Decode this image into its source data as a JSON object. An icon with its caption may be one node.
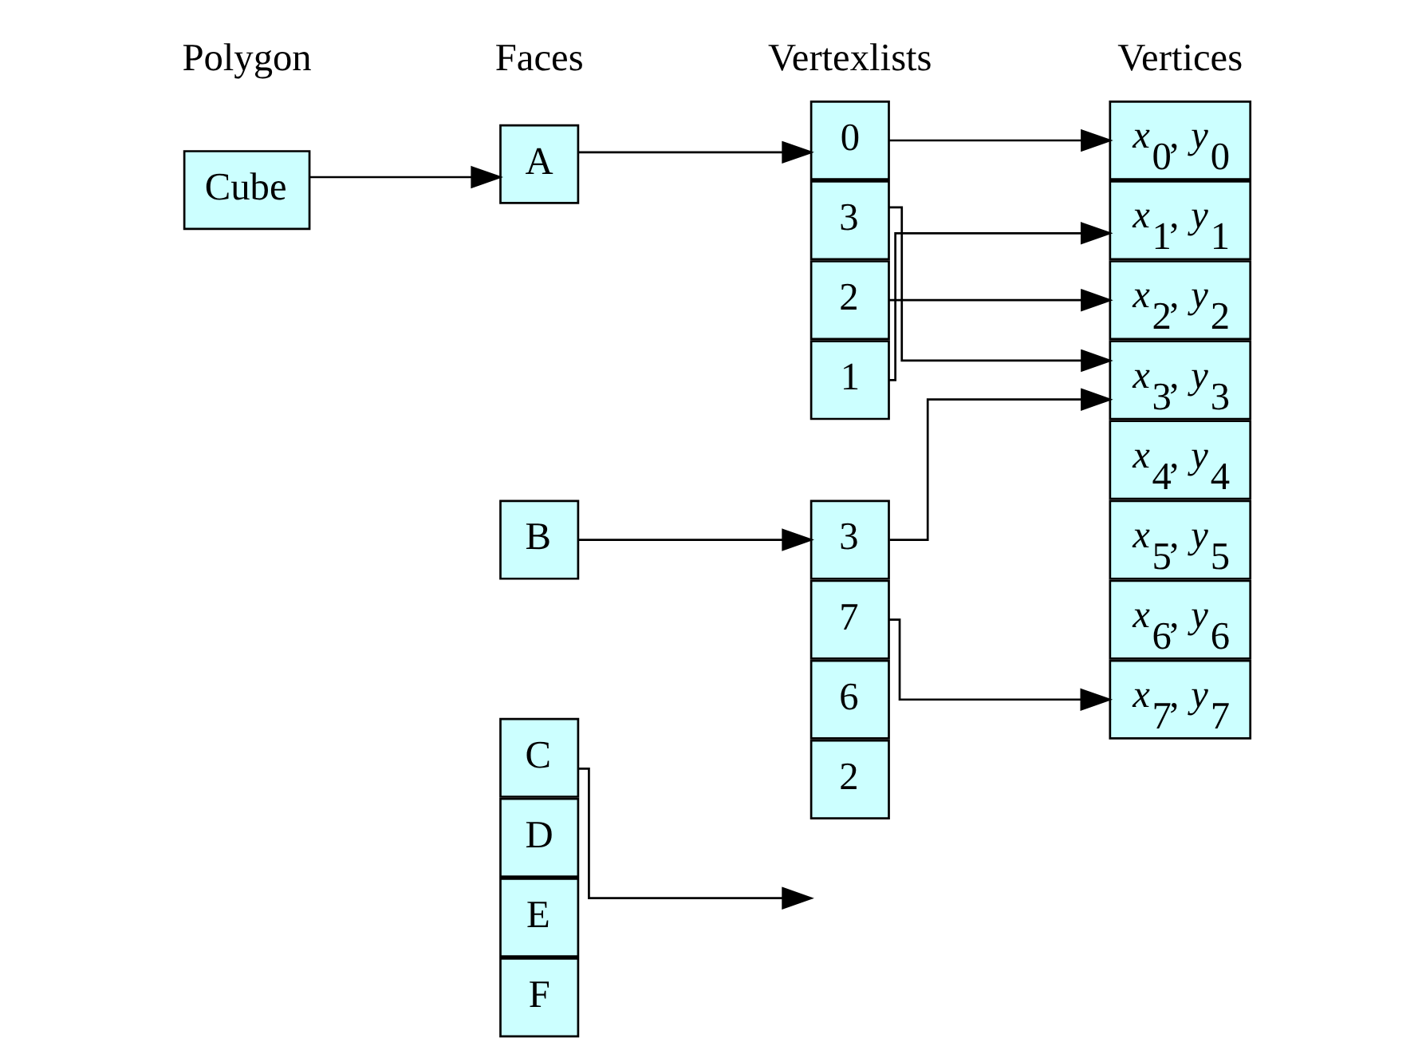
{
  "diagram": {
    "nodes": [
      {
        "text": [
          "Cube"
        ]
      },
      {
        "text": [
          "A"
        ]
      },
      {
        "text": [
          "B"
        ]
      },
      {
        "text": [
          "C"
        ]
      },
      {
        "text": [
          "D"
        ]
      },
      {
        "text": [
          "E"
        ]
      },
      {
        "text": [
          "F"
        ]
      },
      {
        "text": [
          "0"
        ]
      },
      {
        "text": [
          "3"
        ]
      },
      {
        "text": [
          "2"
        ]
      },
      {
        "text": [
          "1"
        ]
      },
      {
        "text": [
          "3"
        ]
      },
      {
        "text": [
          "7"
        ]
      },
      {
        "text": [
          "6"
        ]
      },
      {
        "text": [
          "2"
        ]
      },
      {
        "text": [
          "*x*$_{0}$, *y*$_{0}$"
        ]
      },
      {
        "text": [
          "*x*$_{1}$, *y*$_{1}$"
        ]
      },
      {
        "text": [
          "*x*$_{2}$, *y*$_{2}$"
        ]
      },
      {
        "text": [
          "*x*$_{3}$, *y*$_{3}$"
        ]
      },
      {
        "text": [
          "*x*$_{4}$, *y*$_{4}$"
        ]
      },
      {
        "text": [
          "*x*$_{5}$, *y*$_{5}$"
        ]
      },
      {
        "text": [
          "*x*$_{6}$, *y*$_{6}$"
        ]
      },
      {
        "text": [
          "*x*$_{7}$, *y*$_{7}$"
        ]
      }
    ],
    "edges": [
      {
        "from": 0,
        "to": 1,
        "arrow": "to"
      },
      {
        "from": 1,
        "to": 7,
        "arrow": "to"
      },
      {
        "from": 2,
        "to": 11,
        "arrow": "to"
      },
      {
        "from": 3,
        "to": null,
        "arrow": "to"
      },
      {
        "from": 7,
        "to": 15,
        "arrow": "to"
      },
      {
        "from": 8,
        "to": 18,
        "arrow": "to"
      },
      {
        "from": 9,
        "to": 17,
        "arrow": "to"
      },
      {
        "from": 10,
        "to": 16,
        "arrow": "to"
      },
      {
        "from": 11,
        "to": 18,
        "arrow": "to"
      },
      {
        "from": 12,
        "to": 22,
        "arrow": "to"
      }
    ],
    "labels": [
      "Polygon",
      "Faces",
      "Vertexlists",
      "Vertices"
    ]
  }
}
